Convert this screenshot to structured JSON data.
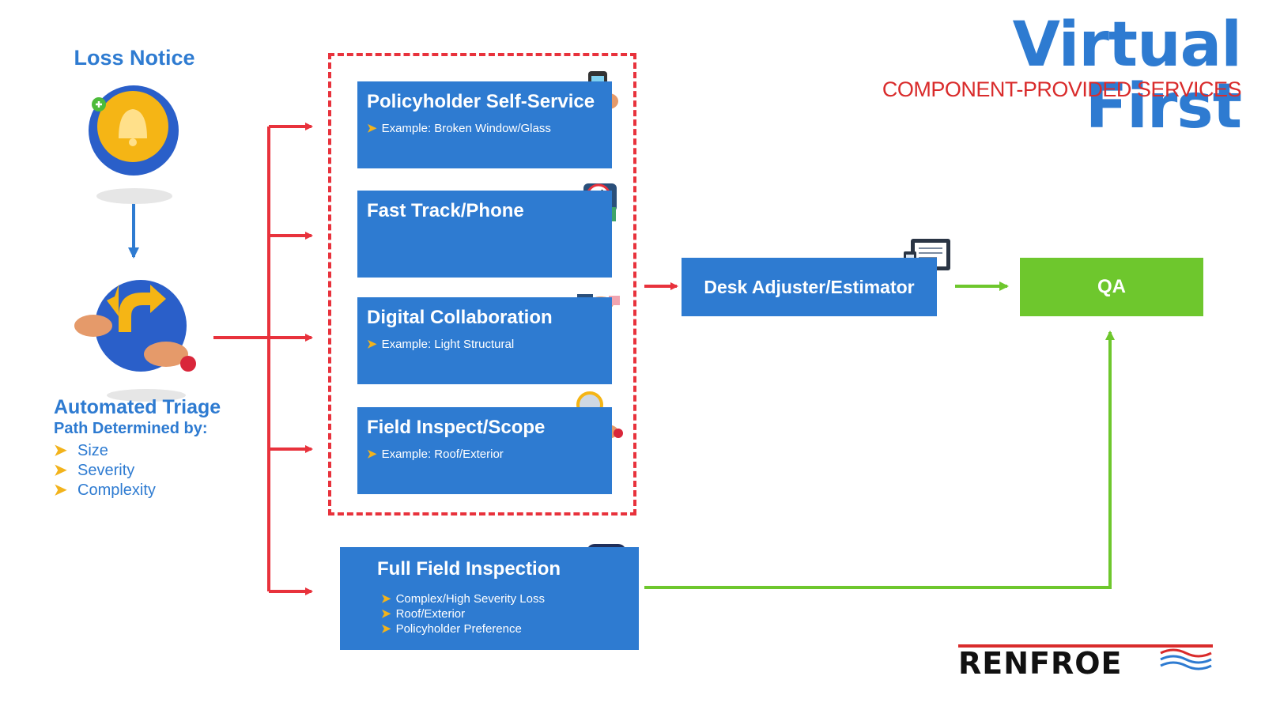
{
  "header": {
    "title": "Virtual First",
    "subtitle": "COMPONENT-PROVIDED SERVICES"
  },
  "start": {
    "label": "Loss Notice",
    "icon": "bell-icon"
  },
  "triage": {
    "title": "Automated Triage",
    "subtitle": "Path Determined by:",
    "bullet": "➤",
    "factors": [
      "Size",
      "Severity",
      "Complexity"
    ],
    "icon": "fork-arrow-icon"
  },
  "virtual_options": [
    {
      "title": "Policyholder Self-Service",
      "example": "Example: Broken Window/Glass",
      "icon": "smartphone-icon"
    },
    {
      "title": "Fast Track/Phone",
      "example": "",
      "icon": "stopwatch-icon"
    },
    {
      "title": "Digital Collaboration",
      "example": "Example: Light Structural",
      "icon": "handshake-icon"
    },
    {
      "title": "Field Inspect/Scope",
      "example": "Example: Roof/Exterior",
      "icon": "magnifier-icon"
    }
  ],
  "full_field": {
    "title": "Full Field Inspection",
    "bullets": [
      "Complex/High Severity Loss",
      "Roof/Exterior",
      "Policyholder Preference"
    ],
    "icon": "puzzle-icon"
  },
  "desk": {
    "label": "Desk Adjuster/Estimator",
    "icon": "devices-icon"
  },
  "qa": {
    "label": "QA"
  },
  "logo": {
    "text": "RENFROE"
  },
  "colors": {
    "blue": "#2e7bd1",
    "red": "#e8323c",
    "green": "#6ec72d",
    "yellow": "#f2b31c"
  }
}
